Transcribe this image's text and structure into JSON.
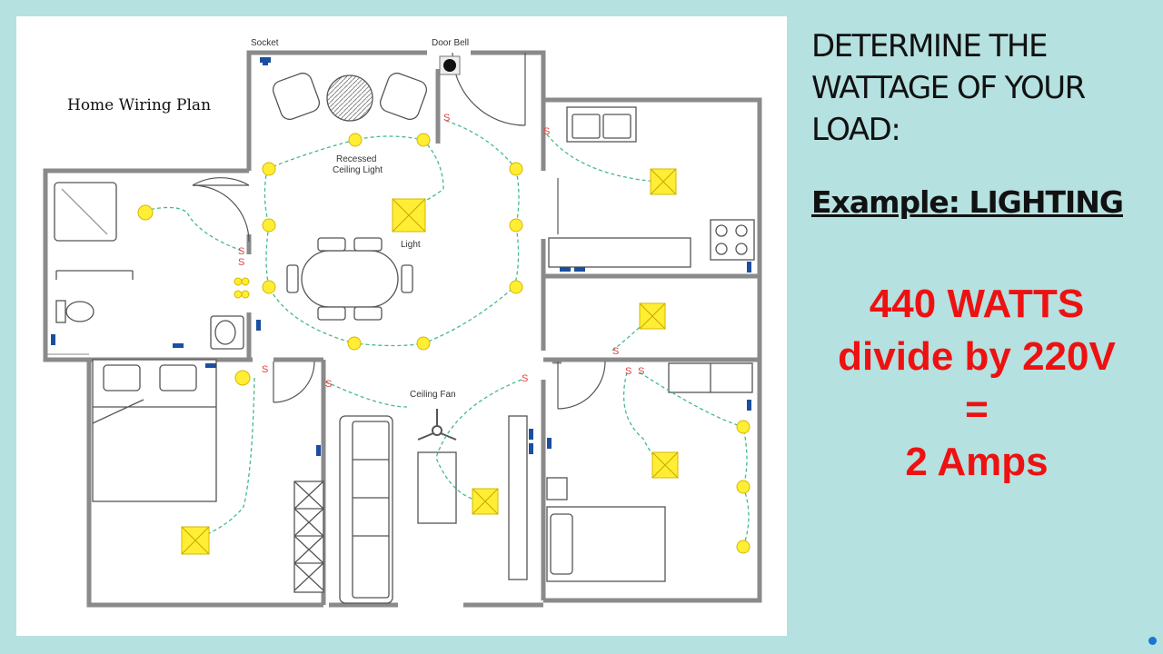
{
  "plan": {
    "title": "Home Wiring Plan",
    "labels": {
      "socket": "Socket",
      "door_bell": "Door Bell",
      "recessed_line1": "Recessed",
      "recessed_line2": "Ceiling Light",
      "light": "Light",
      "ceiling_fan": "Ceiling Fan",
      "switch_symbol": "S"
    }
  },
  "heading": {
    "line1": "DETERMINE THE",
    "line2": "WATTAGE OF YOUR",
    "line3": "LOAD:"
  },
  "example": {
    "prefix": "Example: ",
    "value": "LIGHTING"
  },
  "calculation": {
    "line1": "440 WATTS",
    "line2": "divide by 220V",
    "line3": "=",
    "line4": "2 Amps"
  },
  "colors": {
    "background": "#b5e1e0",
    "emphasis": "#ee1111",
    "light_fixture": "#ffee33",
    "wire": "#44bb88",
    "outlet": "#1a4fa0"
  }
}
